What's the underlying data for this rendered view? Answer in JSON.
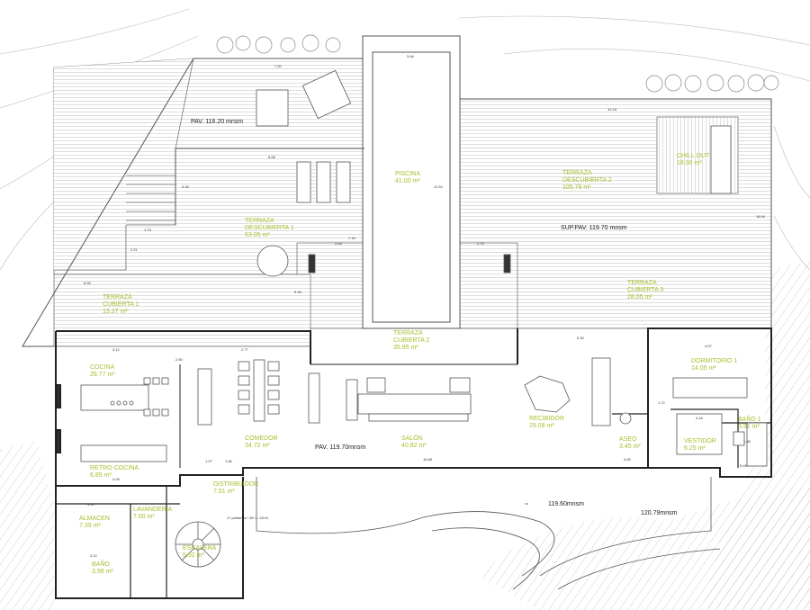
{
  "levels": {
    "upper_terrace": "PAV. 116.20 mnsm",
    "sup_pav": "SUP.PAV. 119.70 mnsm",
    "main": "PAV. 119.70mnsm",
    "entry": "119.60mnsm",
    "lower": "120.79mnsm"
  },
  "rooms": [
    {
      "id": "piscina",
      "name": "PISCINA",
      "area": "41.00 m²"
    },
    {
      "id": "terraza-descubierta-1",
      "name": "TERRAZA",
      "name2": "DESCUBIERTA 1",
      "area": "53.05 m²"
    },
    {
      "id": "terraza-descubierta-2",
      "name": "TERRAZA",
      "name2": "DESCUBIERTA 2",
      "area": "105.79 m²"
    },
    {
      "id": "chill-out",
      "name": "CHILL OUT",
      "area": "18.00 m²"
    },
    {
      "id": "terraza-cubierta-1",
      "name": "TERRAZA",
      "name2": "CUBIERTA 1",
      "area": "13.27 m²"
    },
    {
      "id": "terraza-cubierta-2",
      "name": "TERRAZA",
      "name2": "CUBIERTA 2",
      "area": "35.95 m²"
    },
    {
      "id": "terraza-cubierta-3",
      "name": "TERRAZA",
      "name2": "CUBIERTA 3",
      "area": "28.05 m²"
    },
    {
      "id": "cocina",
      "name": "COCINA",
      "area": "26.77 m²"
    },
    {
      "id": "comedor",
      "name": "COMEDOR",
      "area": "34.72 m²"
    },
    {
      "id": "salon",
      "name": "SALÓN",
      "area": "40.82 m²"
    },
    {
      "id": "recibidor",
      "name": "RECIBIDOR",
      "area": "29.09 m²"
    },
    {
      "id": "aseo",
      "name": "ASEO",
      "area": "3.45 m²"
    },
    {
      "id": "dormitorio-1",
      "name": "DORMITORIO 1",
      "area": "14.05 m²"
    },
    {
      "id": "bano-1",
      "name": "BAÑO 1",
      "area": "3.91 m²"
    },
    {
      "id": "vestidor",
      "name": "VESTIDOR",
      "area": "6.25 m²"
    },
    {
      "id": "retro-cocina",
      "name": "RETRO-COCINA",
      "area": "6.85 m²"
    },
    {
      "id": "distribuidor",
      "name": "DISTRIBUIDOR",
      "area": "7.51 m²"
    },
    {
      "id": "almacen",
      "name": "ALMACEN",
      "area": "7.39 m²"
    },
    {
      "id": "lavanderia",
      "name": "LAVANDERIA",
      "area": "7.60 m²"
    },
    {
      "id": "escalera",
      "name": "ESCALERA",
      "area": "5.92 m²"
    },
    {
      "id": "bano",
      "name": "BAÑO",
      "area": "3.98 m²"
    }
  ],
  "dimensions": [
    "7.20",
    "3.46",
    "10.18",
    "6.06",
    "3.18",
    "1.73",
    "2.21",
    "2.65",
    "2.75",
    "7.15",
    "12.51",
    "16.54",
    "3.12",
    "2.77",
    "5.33",
    "2.50",
    "6.30",
    "4.57",
    "1.72",
    "4.18",
    "1.46",
    "5.45",
    "16.88",
    "3.82",
    "3.10",
    "1.07",
    "1.66",
    "4.09",
    "3.12",
    "8.93"
  ],
  "stair_note": "17 peldaños / 38 / = 28.91"
}
